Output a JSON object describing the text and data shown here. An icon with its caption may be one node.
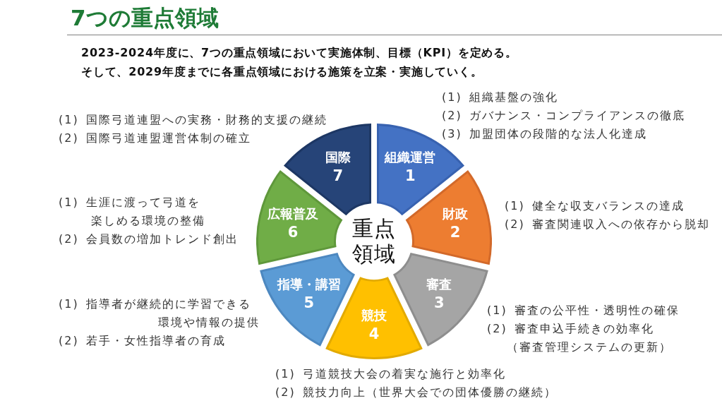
{
  "diagram": {
    "title": "7つの重点領域",
    "nodes": [
      {
        "text": [
          "組織運営",
          "1"
        ],
        "beside": [
          "(1) 組織基盤の強化",
          "(2) ガバナンス・コンプライアンスの徹底",
          "(3) 加盟団体の段階的な法人化達成"
        ]
      },
      {
        "text": [
          "財政",
          "2"
        ],
        "beside": [
          "(1) 健全な収支バランスの達成",
          "(2) 審査関連収入への依存から脱却"
        ]
      },
      {
        "text": [
          "審査",
          "3"
        ],
        "beside": [
          "(1) 審査の公平性・透明性の確保",
          "(2) 審査申込手続きの効率化（審査管理システムの更新）"
        ]
      },
      {
        "text": [
          "競技",
          "4"
        ],
        "beside": [
          "(1) 弓道競技大会の着実な施行と効率化",
          "(2) 競技力向上（世界大会での団体優勝の継続）"
        ]
      },
      {
        "text": [
          "指導・講習",
          "5"
        ],
        "beside": [
          "(1) 指導者が継続的に学習できる環境や情報の提供",
          "(2) 若手・女性指導者の育成"
        ]
      },
      {
        "text": [
          "広報普及",
          "6"
        ],
        "beside": [
          "(1) 生涯に渡って弓道を楽しめる環境の整備",
          "(2) 会員数の増加トレンド創出"
        ]
      },
      {
        "text": [
          "国際",
          "7"
        ],
        "beside": [
          "(1) 国際弓道連盟への実務・財務的支援の継続",
          "(2) 国際弓道連盟運営体制の確立"
        ]
      },
      {
        "text": [
          "重点領域"
        ]
      }
    ],
    "labels": [
      "2023-2024年度に、7つの重点領域において実施体制、目標（KPI）を定める。",
      "そして、2029年度までに各重点領域における施策を立案・実施していく。"
    ]
  }
}
